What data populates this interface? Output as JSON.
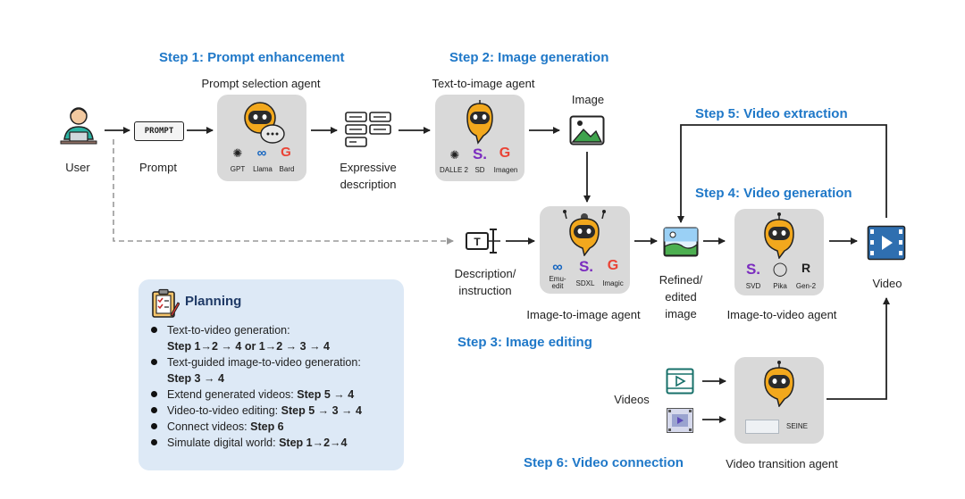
{
  "steps": {
    "s1": "Step 1: Prompt enhancement",
    "s2": "Step 2: Image generation",
    "s3": "Step 3: Image editing",
    "s4": "Step 4: Video generation",
    "s5": "Step 5: Video extraction",
    "s6": "Step 6: Video connection"
  },
  "nodes": {
    "user": "User",
    "prompt_icon": "PROMPT",
    "prompt": "Prompt",
    "expressive_1": "Expressive",
    "expressive_2": "description",
    "image": "Image",
    "description_1": "Description/",
    "description_2": "instruction",
    "refined_1": "Refined/",
    "refined_2": "edited",
    "refined_3": "image",
    "video": "Video",
    "videos": "Videos"
  },
  "agents": {
    "prompt_selection": {
      "title": "Prompt selection agent",
      "models": [
        "GPT",
        "Llama",
        "Bard"
      ]
    },
    "text_to_image": {
      "title": "Text-to-image agent",
      "models": [
        "DALLE 2",
        "SD",
        "Imagen"
      ]
    },
    "image_to_image": {
      "title": "Image-to-image agent",
      "models": [
        "Emu-edit",
        "SDXL",
        "Imagic"
      ]
    },
    "image_to_video": {
      "title": "Image-to-video agent",
      "models": [
        "SVD",
        "Pika",
        "Gen-2"
      ]
    },
    "video_transition": {
      "title": "Video transition agent",
      "models": [
        "SEINE"
      ]
    }
  },
  "planning": {
    "title": "Planning",
    "items": [
      {
        "text": "Text-to-video generation:",
        "path": "Step 1→2 → 4  or 1→2 → 3 → 4"
      },
      {
        "text": "Text-guided image-to-video generation:",
        "path": "Step 3 → 4"
      },
      {
        "text": "Extend generated videos:",
        "path": "Step 5 → 4"
      },
      {
        "text": "Video-to-video editing:",
        "path": "Step 5 → 3 → 4"
      },
      {
        "text": "Connect videos:",
        "path": "Step 6"
      },
      {
        "text": "Simulate digital world:",
        "path": "Step 1→2→4"
      }
    ]
  },
  "colors": {
    "step_blue": "#1f78c8",
    "robot_orange": "#f2a81d",
    "agent_box": "#d9d9d9",
    "planning_bg": "#dde9f6"
  }
}
